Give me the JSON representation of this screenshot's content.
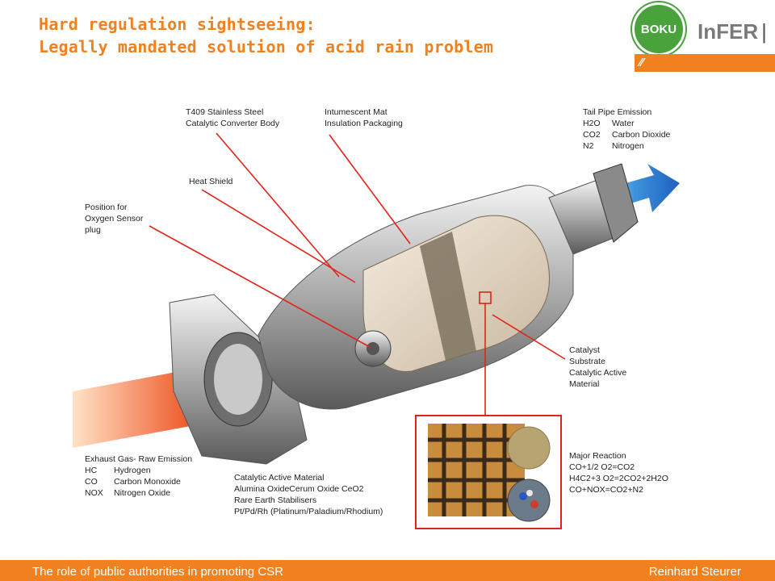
{
  "header": {
    "title_line1": "Hard regulation sightseeing:",
    "title_line2": "Legally mandated solution of acid rain problem"
  },
  "logos": {
    "boku": "BOKU",
    "infer": "InFER",
    "infer_sep": "|"
  },
  "figure": {
    "labels": {
      "converter_body": [
        "T409 Stainless Steel",
        "Catalytic Converter Body"
      ],
      "mat": [
        "Intumescent Mat",
        "Insulation Packaging"
      ],
      "tailpipe_title": "Tail Pipe Emission",
      "tailpipe_rows": [
        [
          "H2O",
          "Water"
        ],
        [
          "CO2",
          "Carbon Dioxide"
        ],
        [
          "N2",
          "Nitrogen"
        ]
      ],
      "heat_shield": "Heat Shield",
      "oxygen_sensor": [
        "Position for",
        "Oxygen Sensor",
        "plug"
      ],
      "catalyst": [
        "Catalyst",
        "Substrate",
        "Catalytic Active",
        "Material"
      ],
      "exhaust_title": "Exhaust Gas- Raw Emission",
      "exhaust_rows": [
        [
          "HC",
          "Hydrogen"
        ],
        [
          "CO",
          "Carbon Monoxide"
        ],
        [
          "NOX",
          "Nitrogen Oxide"
        ]
      ],
      "active_material": [
        "Catalytic Active Material",
        "Alumina OxideCerum Oxide CeO2",
        "Rare Earth Stabilisers",
        "Pt/Pd/Rh (Platinum/Paladium/Rhodium)"
      ],
      "reaction_title": "Major Reaction",
      "reactions": [
        "CO+1/2 O2=CO2",
        "H4C2+3 O2=2CO2+2H2O",
        "CO+NOX=CO2+N2"
      ]
    }
  },
  "footer": {
    "left": "The role of public authorities in promoting CSR",
    "right": "Reinhard Steurer"
  },
  "colors": {
    "accent": "#f0811e",
    "green": "#4aa23d",
    "arrow_red": "#e2231a",
    "arrow_blue": "#1f6fd0"
  }
}
